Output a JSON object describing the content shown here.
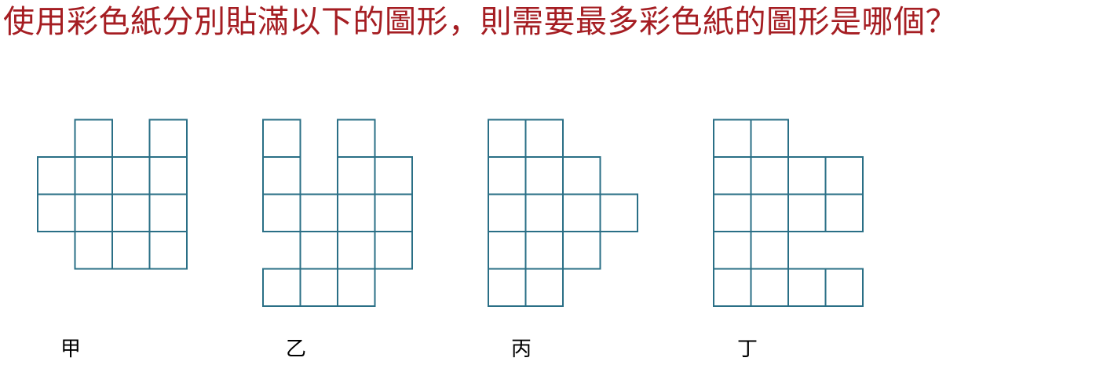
{
  "question": {
    "text": "使用彩色紙分別貼滿以下的圖形，則需要最多彩色紙的圖形是哪個？"
  },
  "colors": {
    "question_text": "#a51d22",
    "grid_stroke": "#2a6f86",
    "label_text": "#000000"
  },
  "figures": [
    {
      "label": "甲",
      "cells": [
        [
          0,
          1
        ],
        [
          0,
          3
        ],
        [
          1,
          0
        ],
        [
          1,
          1
        ],
        [
          1,
          2
        ],
        [
          1,
          3
        ],
        [
          2,
          0
        ],
        [
          2,
          1
        ],
        [
          2,
          2
        ],
        [
          2,
          3
        ],
        [
          3,
          1
        ],
        [
          3,
          2
        ],
        [
          3,
          3
        ]
      ]
    },
    {
      "label": "乙",
      "cells": [
        [
          0,
          0
        ],
        [
          0,
          2
        ],
        [
          1,
          0
        ],
        [
          1,
          2
        ],
        [
          1,
          3
        ],
        [
          2,
          0
        ],
        [
          2,
          1
        ],
        [
          2,
          2
        ],
        [
          2,
          3
        ],
        [
          3,
          1
        ],
        [
          3,
          2
        ],
        [
          3,
          3
        ],
        [
          4,
          0
        ],
        [
          4,
          1
        ],
        [
          4,
          2
        ]
      ]
    },
    {
      "label": "丙",
      "cells": [
        [
          0,
          0
        ],
        [
          0,
          1
        ],
        [
          1,
          0
        ],
        [
          1,
          1
        ],
        [
          1,
          2
        ],
        [
          2,
          0
        ],
        [
          2,
          1
        ],
        [
          2,
          2
        ],
        [
          2,
          3
        ],
        [
          3,
          0
        ],
        [
          3,
          1
        ],
        [
          3,
          2
        ],
        [
          4,
          0
        ],
        [
          4,
          1
        ]
      ]
    },
    {
      "label": "丁",
      "cells": [
        [
          0,
          0
        ],
        [
          0,
          1
        ],
        [
          1,
          0
        ],
        [
          1,
          1
        ],
        [
          1,
          2
        ],
        [
          1,
          3
        ],
        [
          2,
          0
        ],
        [
          2,
          1
        ],
        [
          2,
          2
        ],
        [
          2,
          3
        ],
        [
          3,
          0
        ],
        [
          3,
          1
        ],
        [
          4,
          0
        ],
        [
          4,
          1
        ],
        [
          4,
          2
        ],
        [
          4,
          3
        ]
      ]
    }
  ]
}
